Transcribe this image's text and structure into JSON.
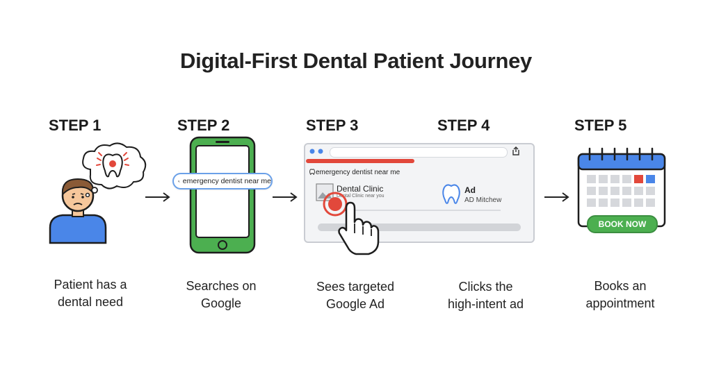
{
  "title": "Digital-First Dental Patient Journey",
  "steps": [
    {
      "label": "STEP 1",
      "caption_line1": "Patient has a",
      "caption_line2": "dental need"
    },
    {
      "label": "STEP 2",
      "caption_line1": "Searches on",
      "caption_line2": "Google"
    },
    {
      "label": "STEP 3",
      "caption_line1": "Sees targeted",
      "caption_line2": "Google Ad"
    },
    {
      "label": "STEP 4",
      "caption_line1": "Clicks the",
      "caption_line2": "high-intent ad"
    },
    {
      "label": "STEP 5",
      "caption_line1": "Books an",
      "caption_line2": "appointment"
    }
  ],
  "search_query": "emergency dentist near me",
  "ad": {
    "query": "emergency dentist near me",
    "clinic_name": "Dental Clinic",
    "clinic_sub": "Dental Clinic near you",
    "ad_label": "Ad",
    "ad_sub": "AD Mitchew"
  },
  "book_button": "BOOK NOW",
  "colors": {
    "phone_green": "#4caf50",
    "accent_red": "#e2483b",
    "link_blue": "#4a86e8",
    "person_blue": "#4a86e8"
  },
  "icons": [
    "person-icon",
    "thought-bubble-icon",
    "tooth-icon",
    "phone-icon",
    "search-icon",
    "browser-icon",
    "pointer-hand-icon",
    "calendar-icon",
    "arrow-right-icon"
  ]
}
